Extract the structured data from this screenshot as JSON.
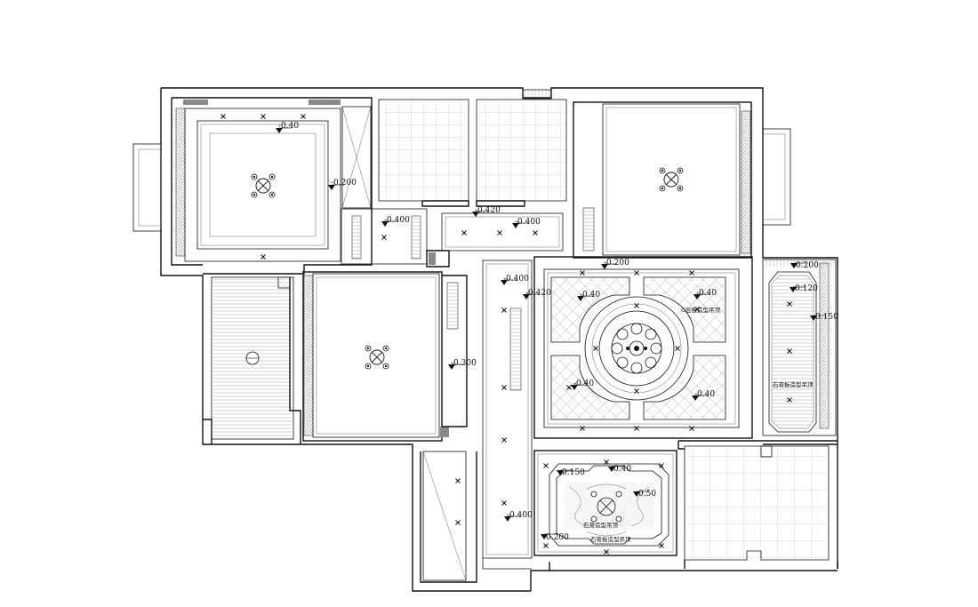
{
  "levels": {
    "bed1": "-0.40",
    "bed1_side": "-0.200",
    "hall_left": "-0.400",
    "hall_mid": "-0.420",
    "hall_right": "-0.400",
    "corr_top": "-0.400",
    "corr_420": "-0.420",
    "corr_side": "-0.300",
    "corr_bottom": "-0.400",
    "living_top": "-0.200",
    "living_tl": "-0.40",
    "living_tr": "-0.40",
    "living_bl": "-0.40",
    "living_br": "-0.40",
    "right_top": "-0.200",
    "right_mid": "-0.120",
    "right_side": "-0.150",
    "dining_a": "-0.150",
    "dining_b": "-0.40",
    "dining_c": "-0.50",
    "dining_bottom": "-0.200"
  },
  "notes": {
    "living_material": "G层板造型吊顶",
    "right_material": "石膏板造型吊顶",
    "dining_material_1": "石膏造型吊顶",
    "dining_material_2": "石膏板造型吊顶"
  },
  "icons": {
    "ceiling_light": "ceiling-light-icon",
    "downlight": "downlight-icon",
    "level_marker": "level-marker-icon",
    "chandelier": "chandelier-icon"
  }
}
